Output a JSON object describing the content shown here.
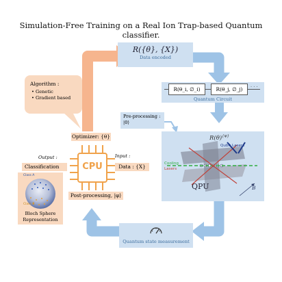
{
  "title": "Simulation-Free Training on a Real Ion Trap-based Quantum classifier.",
  "data_encoded": {
    "formula": "R({θ}, {X})",
    "label": "Data encoded"
  },
  "quantum_circuit": {
    "gate1": "R(θ_i, ∅_i)",
    "gate2": "R(θ_j, ∅_j)",
    "label": "Quantum  Circuit"
  },
  "algorithm": {
    "title": "Algorithm :",
    "items": [
      "Genetic",
      "Gradient based"
    ]
  },
  "optimizer": "Optimizer: {θ}",
  "preprocessing": {
    "label": "Pre-processing :",
    "value": "|0⟩"
  },
  "output_label": "Output :",
  "classification": "Classification",
  "input_label": "Input :",
  "data_input": "Data : {X}",
  "cpu_label": "CPU",
  "postprocessing": "Post-processing, |φ⟩",
  "bloch": {
    "class_a": "Class A",
    "class_b": "Class B",
    "caption_line1": "Bloch Sphere",
    "caption_line2": "Representation"
  },
  "qpu": {
    "gate_label": "R(θ)",
    "gate_sup": "{φ}",
    "qubit_lasers": "Qubit Lasers",
    "cooling": "Cooling",
    "lasers": "Lasers",
    "label": "QPU",
    "field": "B"
  },
  "measurement": {
    "label": "Quantum state  measurement"
  },
  "colors": {
    "orange_arrow": "#f2a57a",
    "blue_arrow": "#9ec3e6",
    "blue_box": "#cfe0f1",
    "peach_box": "#f9d9c0",
    "cpu_orange": "#f0a24a"
  }
}
